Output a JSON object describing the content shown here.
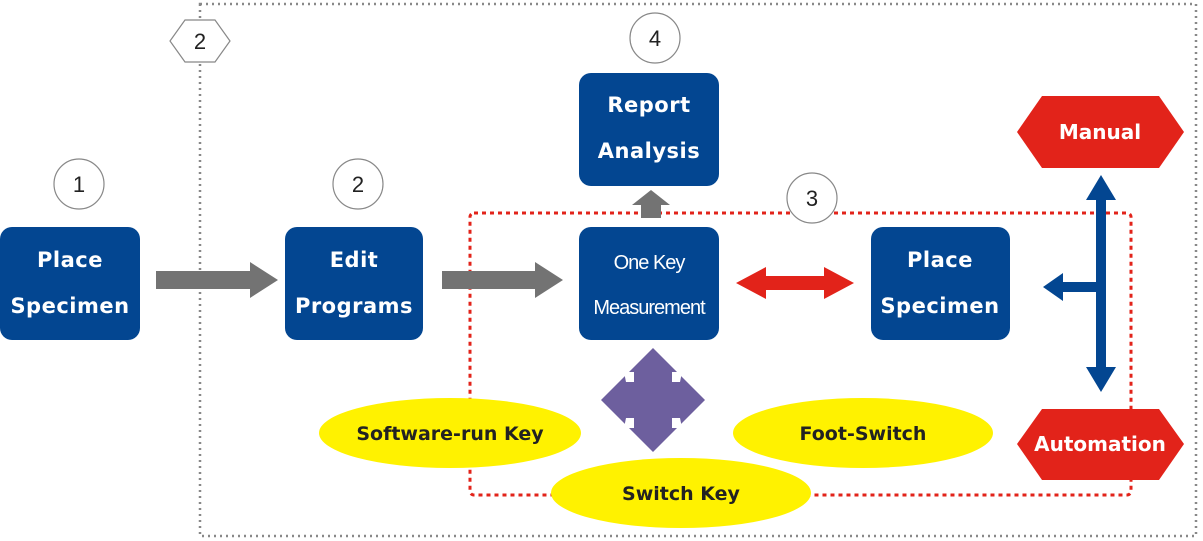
{
  "markers": {
    "step1": "1",
    "step2_outer": "2",
    "step2": "2",
    "step3": "3",
    "step4": "4"
  },
  "boxes": {
    "place_specimen_1": [
      "Place",
      "Specimen"
    ],
    "edit_programs": [
      "Edit",
      "Programs"
    ],
    "one_key_measurement": [
      "One Key",
      "Measurement"
    ],
    "place_specimen_2": [
      "Place",
      "Specimen"
    ],
    "report_analysis": [
      "Report",
      "Analysis"
    ]
  },
  "ovals": {
    "software_run_key": "Software-run Key",
    "foot_switch": "Foot-Switch",
    "switch_key": "Switch Key"
  },
  "modes": {
    "manual": "Manual",
    "automation": "Automation"
  },
  "colors": {
    "box": "#034691",
    "gray_arrow": "#737373",
    "red": "#e2231a",
    "blue_arrow": "#034691",
    "purple": "#6d5f9e",
    "oval": "#fff200",
    "outer_border": "#888888"
  }
}
